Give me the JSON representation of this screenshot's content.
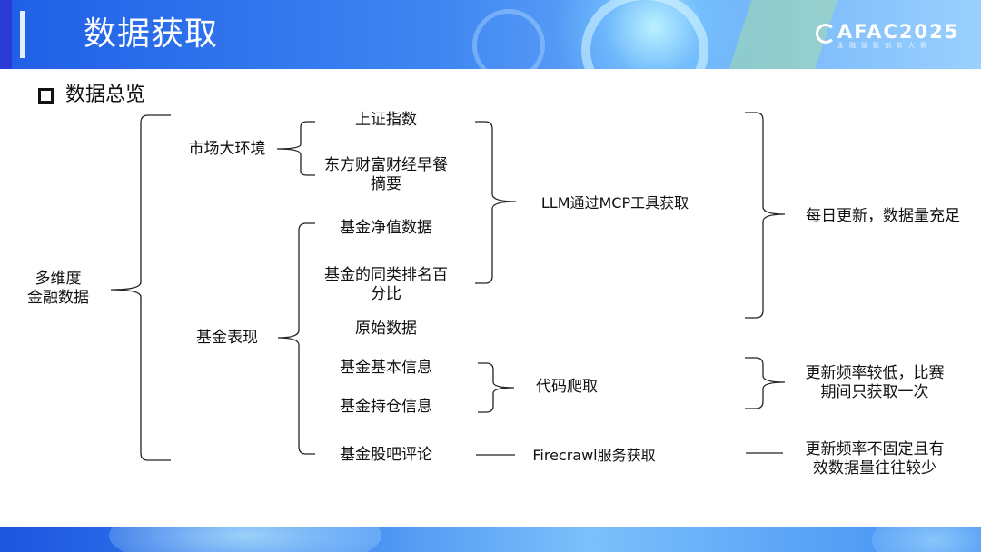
{
  "header": {
    "title": "数据获取",
    "logo_text": "AFAC2025",
    "logo_sub": "金融智能创新大赛"
  },
  "section_heading": "数据总览",
  "diagram": {
    "root": {
      "line1": "多维度",
      "line2": "金融数据"
    },
    "groups": {
      "market": "市场大环境",
      "fund": "基金表现"
    },
    "items": {
      "sse_index": "上证指数",
      "eastmoney_line1": "东方财富财经早餐",
      "eastmoney_line2": "摘要",
      "fund_nav": "基金净值数据",
      "fund_rank_line1": "基金的同类排名百",
      "fund_rank_line2": "分比",
      "raw_data": "原始数据",
      "fund_basic": "基金基本信息",
      "fund_holdings": "基金持仓信息",
      "fund_forum": "基金股吧评论"
    },
    "methods": {
      "llm_mcp": "LLM通过MCP工具获取",
      "code_crawl": "代码爬取",
      "firecrawl": "Firecrawl服务获取"
    },
    "notes": {
      "daily": "每日更新，数据量充足",
      "low_freq_line1": "更新频率较低，比赛",
      "low_freq_line2": "期间只获取一次",
      "irregular_line1": "更新频率不固定且有",
      "irregular_line2": "效数据量往往较少"
    }
  }
}
